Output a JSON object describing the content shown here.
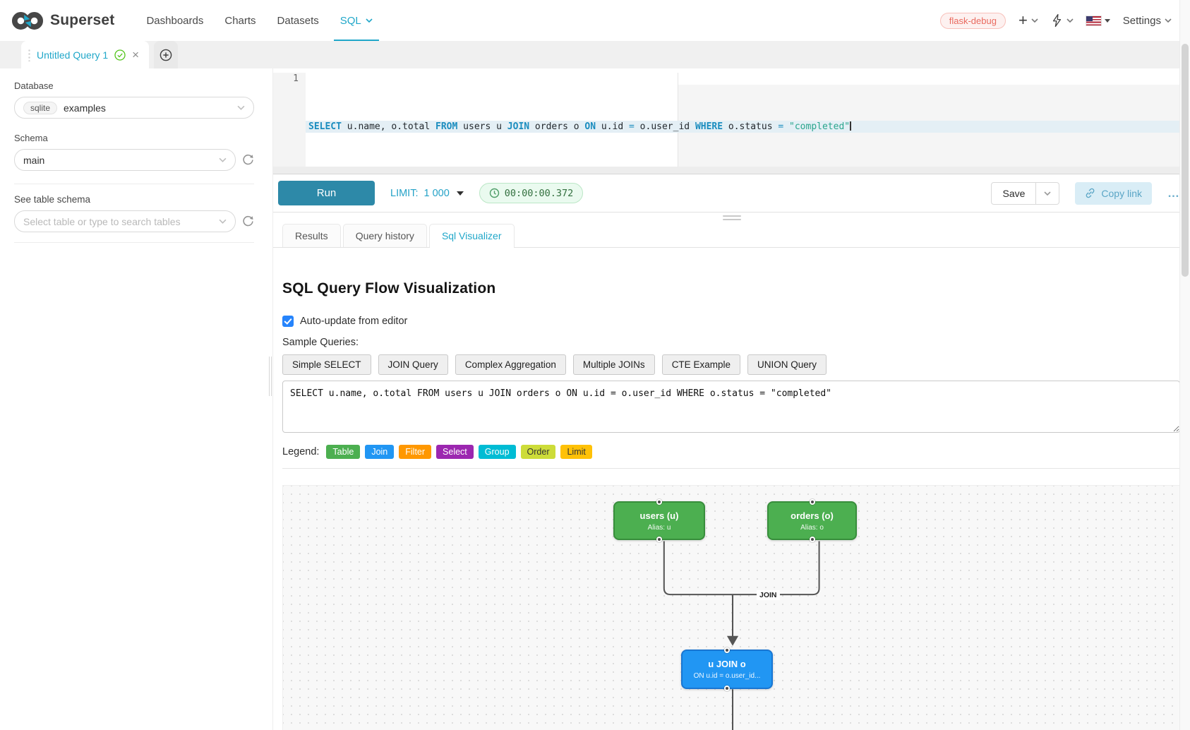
{
  "header": {
    "brand": "Superset",
    "nav": [
      {
        "label": "Dashboards"
      },
      {
        "label": "Charts"
      },
      {
        "label": "Datasets"
      },
      {
        "label": "SQL"
      }
    ],
    "env_badge": "flask-debug",
    "settings_label": "Settings"
  },
  "icons": {
    "plus": "+",
    "close": "×",
    "ellipsis": "…"
  },
  "tab_strip": {
    "active_tab_title": "Untitled Query 1"
  },
  "sidebar": {
    "database_label": "Database",
    "database_engine_badge": "sqlite",
    "database_value": "examples",
    "schema_label": "Schema",
    "schema_value": "main",
    "table_schema_label": "See table schema",
    "table_search_placeholder": "Select table or type to search tables"
  },
  "editor": {
    "line_number": "1",
    "tokens": [
      {
        "type": "keyword",
        "text": "SELECT"
      },
      {
        "type": "plain",
        "text": " u.name, o.total "
      },
      {
        "type": "keyword",
        "text": "FROM"
      },
      {
        "type": "plain",
        "text": " users u "
      },
      {
        "type": "keyword",
        "text": "JOIN"
      },
      {
        "type": "plain",
        "text": " orders o "
      },
      {
        "type": "keyword",
        "text": "ON"
      },
      {
        "type": "plain",
        "text": " u.id "
      },
      {
        "type": "operator",
        "text": "="
      },
      {
        "type": "plain",
        "text": " o.user_id "
      },
      {
        "type": "keyword",
        "text": "WHERE"
      },
      {
        "type": "plain",
        "text": " o.status "
      },
      {
        "type": "operator",
        "text": "="
      },
      {
        "type": "plain",
        "text": " "
      },
      {
        "type": "string",
        "text": "\"completed\""
      }
    ]
  },
  "toolbar": {
    "run_label": "Run",
    "limit_label": "LIMIT:",
    "limit_value": "1 000",
    "elapsed_time": "00:00:00.372",
    "save_label": "Save",
    "copy_link_label": "Copy link"
  },
  "result_tabs": [
    {
      "label": "Results"
    },
    {
      "label": "Query history"
    },
    {
      "label": "Sql Visualizer"
    }
  ],
  "visualizer": {
    "title": "SQL Query Flow Visualization",
    "auto_update_label": "Auto-update from editor",
    "auto_update_checked": true,
    "sample_queries_label": "Sample Queries:",
    "sample_queries": [
      {
        "label": "Simple SELECT"
      },
      {
        "label": "JOIN Query"
      },
      {
        "label": "Complex Aggregation"
      },
      {
        "label": "Multiple JOINs"
      },
      {
        "label": "CTE Example"
      },
      {
        "label": "UNION Query"
      }
    ],
    "query_text": "SELECT u.name, o.total FROM users u JOIN orders o ON u.id = o.user_id WHERE o.status = \"completed\"",
    "legend_label": "Legend:",
    "legend": [
      {
        "label": "Table",
        "bg": "#4CAF50",
        "fg": "#ffffff"
      },
      {
        "label": "Join",
        "bg": "#2196F3",
        "fg": "#ffffff"
      },
      {
        "label": "Filter",
        "bg": "#FF9800",
        "fg": "#ffffff"
      },
      {
        "label": "Select",
        "bg": "#9C27B0",
        "fg": "#ffffff"
      },
      {
        "label": "Group",
        "bg": "#00BCD4",
        "fg": "#ffffff"
      },
      {
        "label": "Order",
        "bg": "#CDDC39",
        "fg": "#333333"
      },
      {
        "label": "Limit",
        "bg": "#FFC107",
        "fg": "#333333"
      }
    ],
    "diagram": {
      "nodes": [
        {
          "title": "users (u)",
          "subtitle": "Alias: u",
          "bg": "#4CAF50",
          "border": "#388E3C"
        },
        {
          "title": "orders (o)",
          "subtitle": "Alias: o",
          "bg": "#4CAF50",
          "border": "#388E3C"
        },
        {
          "title": "u JOIN o",
          "subtitle": "ON u.id = o.user_id...",
          "bg": "#2196F3",
          "border": "#1976D2"
        }
      ],
      "edge_label": "JOIN"
    }
  },
  "colors": {
    "accent_teal": "#20A7C9"
  }
}
